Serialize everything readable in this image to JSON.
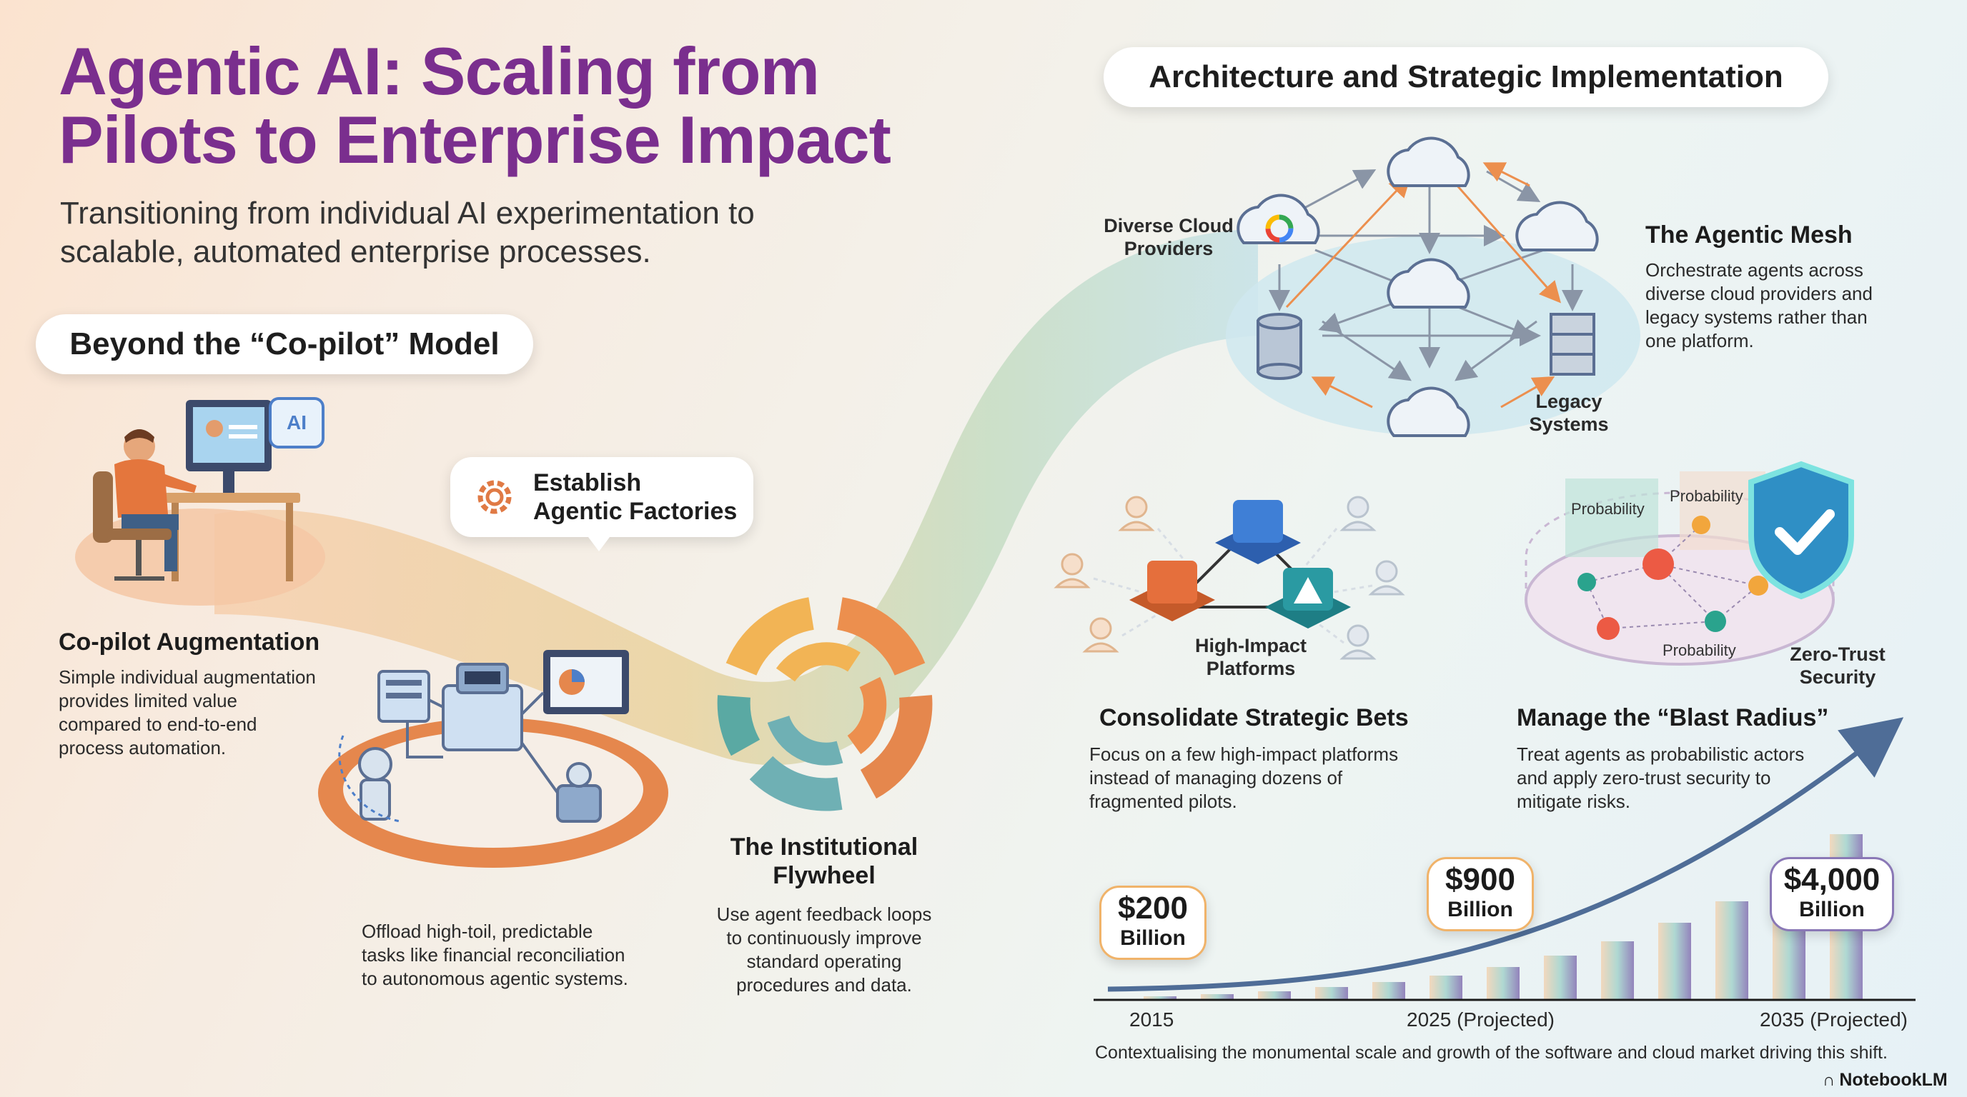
{
  "title_line1": "Agentic AI: Scaling from",
  "title_line2": "Pilots to Enterprise Impact",
  "subtitle_line1": "Transitioning from individual AI experimentation to",
  "subtitle_line2": "scalable, automated enterprise processes.",
  "left_section": {
    "pill": "Beyond the “Co-pilot” Model",
    "copilot_heading": "Co-pilot Augmentation",
    "copilot_body": [
      "Simple individual augmentation",
      "provides limited value",
      "compared to end-to-end",
      "process automation."
    ],
    "factories_callout": [
      "Establish",
      "Agentic Factories"
    ],
    "factories_body": [
      "Offload high-toil, predictable",
      "tasks like financial reconciliation",
      "to autonomous agentic systems."
    ],
    "monitor_chip": "AI",
    "flywheel_heading": [
      "The Institutional",
      "Flywheel"
    ],
    "flywheel_body": [
      "Use agent feedback loops",
      "to continuously improve",
      "standard operating",
      "procedures and data."
    ]
  },
  "right_section": {
    "pill": "Architecture and Strategic Implementation",
    "cloud_label": [
      "Diverse Cloud",
      "Providers"
    ],
    "legacy_label": [
      "Legacy",
      "Systems"
    ],
    "mesh_heading": "The Agentic Mesh",
    "mesh_body": [
      "Orchestrate agents across",
      "diverse cloud providers and",
      "legacy systems rather than",
      "one platform."
    ],
    "platforms_label": [
      "High-Impact",
      "Platforms"
    ],
    "consolidate_heading": "Consolidate Strategic Bets",
    "consolidate_body": [
      "Focus on a few high-impact platforms",
      "instead of managing dozens of",
      "fragmented pilots."
    ],
    "probability_labels": [
      "Probability",
      "Probability",
      "Probability"
    ],
    "zerotrust_label": [
      "Zero-Trust",
      "Security"
    ],
    "blast_heading": "Manage the “Blast Radius”",
    "blast_body": [
      "Treat agents as probabilistic actors",
      "and apply zero-trust security to",
      "mitigate risks."
    ]
  },
  "market": {
    "callouts": [
      {
        "amount": "$200",
        "unit": "Billion"
      },
      {
        "amount": "$900",
        "unit": "Billion"
      },
      {
        "amount": "$4,000",
        "unit": "Billion"
      }
    ],
    "axis_labels": [
      "2015",
      "2025 (Projected)",
      "2035 (Projected)"
    ],
    "caption": "Contextualising the monumental scale and growth of the software and cloud market driving this shift."
  },
  "brand": "NotebookLM",
  "colors": {
    "title": "#7a2e8e",
    "orange": "#e7834a",
    "teal": "#5aa9a3",
    "blue": "#4d7fc9",
    "purple": "#8a78b6"
  }
}
